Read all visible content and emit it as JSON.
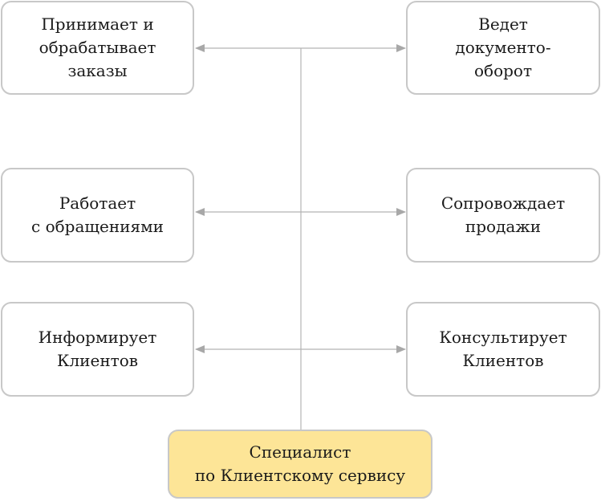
{
  "diagram": {
    "center": {
      "label": "Специалист\nпо Клиентскому сервису"
    },
    "left": [
      {
        "label": "Принимает и\nобрабатывает\nзаказы"
      },
      {
        "label": "Работает\nс обращениями"
      },
      {
        "label": "Информирует\nКлиентов"
      }
    ],
    "right": [
      {
        "label": "Ведет\nдокументо-\nоборот"
      },
      {
        "label": "Сопровождает\nпродажи"
      },
      {
        "label": "Консультирует\nКлиентов"
      }
    ],
    "colors": {
      "center_fill": "#fde597",
      "box_border": "#c8c8c8",
      "connector": "#b4b4b4",
      "arrowhead": "#a8a8a8",
      "text": "#1a1a1a"
    }
  }
}
